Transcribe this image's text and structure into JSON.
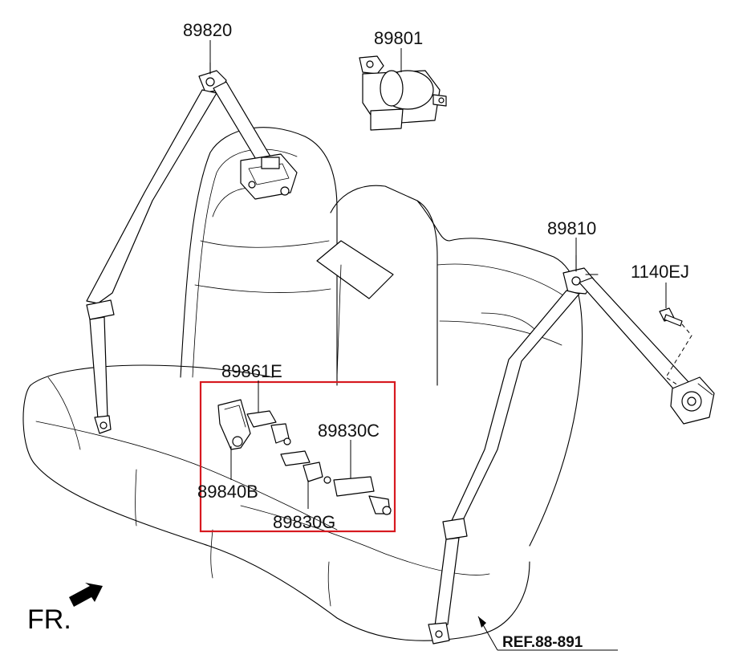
{
  "labels": {
    "p89820": "89820",
    "p89801": "89801",
    "p89810": "89810",
    "p1140EJ": "1140EJ",
    "p89861E": "89861E",
    "p89830C": "89830C",
    "p89840B": "89840B",
    "p89830G": "89830G",
    "ref": "REF.88-891",
    "fr": "FR."
  },
  "highlight_color": "#d71920"
}
